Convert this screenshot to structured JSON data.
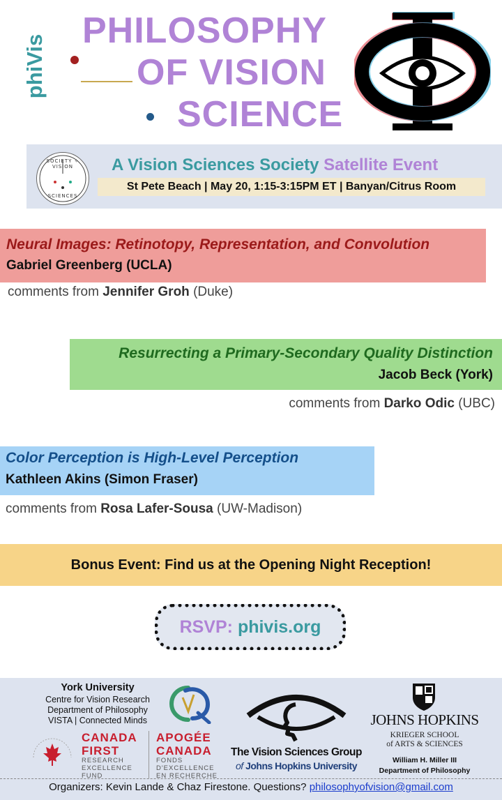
{
  "header": {
    "side_logo": "phiVis",
    "title_line1": "PHILOSOPHY",
    "title_line2": "OF VISION",
    "title_line3": "SCIENCE",
    "logo_icon": "phi-eye-logo-icon"
  },
  "vss": {
    "seal_icon": "vision-sciences-society-seal-icon",
    "seal_text_top": "SOCIETY ✧ VISION",
    "seal_text_bottom": "SCIENCES",
    "headline_part1": "A Vision Sciences Society",
    "headline_part2": "Satellite Event",
    "details": "St Pete Beach | May 20, 1:15-3:15PM ET | Banyan/Citrus Room"
  },
  "talks": [
    {
      "title": "Neural Images: Retinotopy, Representation, and Convolution",
      "speaker": "Gabriel Greenberg (UCLA)",
      "comment_prefix": "comments from",
      "commenter": "Jennifer Groh",
      "commenter_affiliation": "(Duke)"
    },
    {
      "title": "Resurrecting a Primary-Secondary Quality Distinction",
      "speaker": "Jacob Beck (York)",
      "comment_prefix": "comments from",
      "commenter": "Darko Odic",
      "commenter_affiliation": "(UBC)"
    },
    {
      "title": "Color Perception is High-Level Perception",
      "speaker": "Kathleen Akins (Simon Fraser)",
      "comment_prefix": "comments from",
      "commenter": "Rosa Lafer-Sousa",
      "commenter_affiliation": "(UW-Madison)"
    }
  ],
  "bonus": {
    "text": "Bonus Event: Find us at the Opening Night Reception!"
  },
  "rsvp": {
    "label": "RSVP:",
    "link": "phivis.org"
  },
  "footer": {
    "york": {
      "name": "York University",
      "line1": "Centre for Vision Research",
      "line2": "Department of Philosophy",
      "line3": "VISTA | Connected Minds"
    },
    "canada_first": {
      "name_line1": "CANADA",
      "name_line2": "FIRST",
      "sub1": "RESEARCH",
      "sub2": "EXCELLENCE",
      "sub3": "FUND",
      "fr_line1": "APOGÉE",
      "fr_line2": "CANADA",
      "fr_sub1": "FONDS",
      "fr_sub2": "D'EXCELLENCE",
      "fr_sub3": "EN RECHERCHE"
    },
    "vsg": {
      "line1": "The Vision Sciences Group",
      "line2_prefix": "of",
      "line2": "Johns Hopkins University"
    },
    "jhu": {
      "name": "JOHNS HOPKINS",
      "school1": "KRIEGER SCHOOL",
      "school2": "of ARTS & SCIENCES",
      "dept1": "William H. Miller III",
      "dept2": "Department of Philosophy"
    },
    "organizers_text": "Organizers: Kevin Lande & Chaz Firestone. Questions?",
    "email": "philosophyofvision@gmail.com"
  },
  "colors": {
    "teal": "#3a9aa0",
    "purple": "#b083d6",
    "red_band": "#ef9d9a",
    "green_band": "#9fdb8f",
    "blue_band": "#a6d3f6",
    "bonus_band": "#f7d488",
    "footer_band": "#dde3ef"
  }
}
